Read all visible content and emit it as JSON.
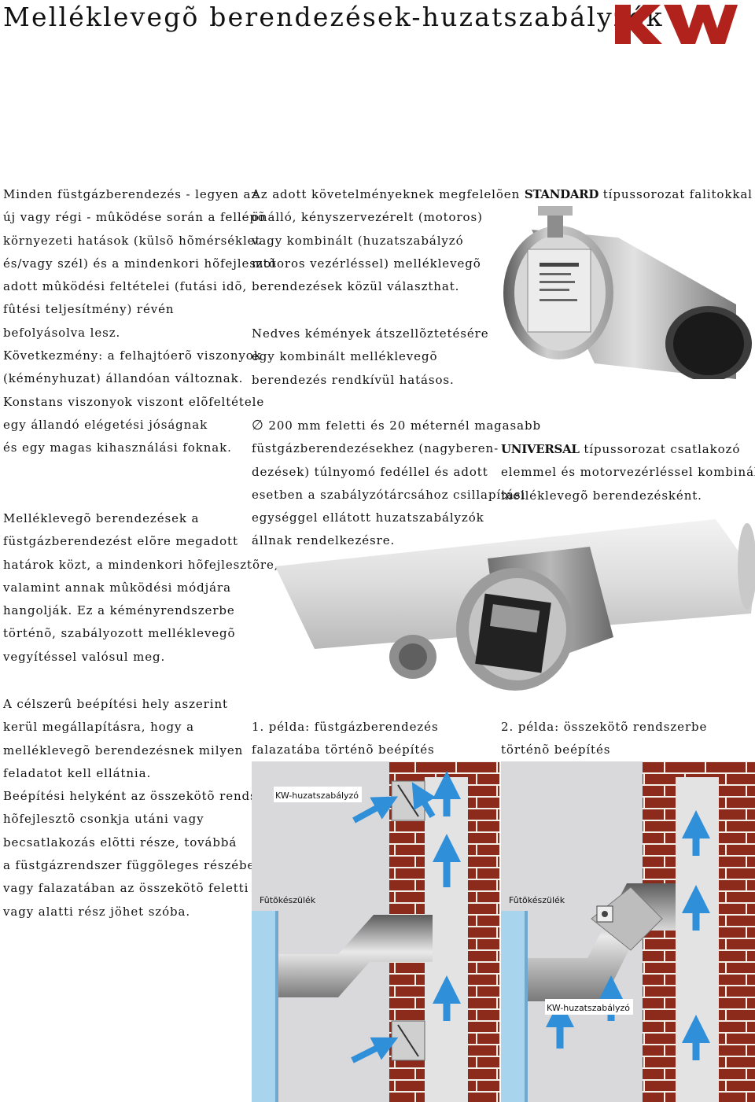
{
  "title": "Melléklevegõ berendezések-huzatszabályzók",
  "logo": {
    "text": "KW",
    "color": "#b2221c"
  },
  "col1_para1": [
    "Minden füstgázberendezés - legyen az",
    "új vagy régi - mûködése során a fellépõ",
    "környezeti hatások (külsõ hõmérséklet",
    "és/vagy szél) és a mindenkori hõfejlesztõ",
    "adott mûködési feltételei (futási idõ,",
    "fûtési teljesítmény) révén",
    "befolyásolva lesz.",
    "Következmény: a felhajtóerõ viszonyok",
    "(kéményhuzat) állandóan változnak.",
    "Konstans viszonyok viszont elõfeltétele",
    "egy állandó elégetési jóságnak",
    "és egy magas kihasználási foknak."
  ],
  "col1_para2": [
    "Melléklevegõ berendezések a",
    "füstgázberendezést elõre megadott",
    "határok közt, a mindenkori hõfejlesztõre,",
    "valamint annak mûködési módjára",
    "hangolják. Ez a kéményrendszerbe",
    "történõ, szabályozott melléklevegõ",
    "vegyítéssel valósul meg."
  ],
  "col1_para3": [
    "A célszerû beépítési hely aszerint",
    "kerül megállapításra, hogy a",
    "melléklevegõ berendezésnek milyen",
    "feladatot kell ellátnia.",
    "Beépítési helyként az összekötõ rendszer",
    "hõfejlesztõ csonkja utáni vagy",
    "becsatlakozás elõtti része, továbbá",
    "a füstgázrendszer függõleges részében",
    "vagy falazatában az összekötõ feletti",
    "vagy alatti rész jöhet szóba."
  ],
  "standard": {
    "line1_pre": "Az adott követelményeknek megfelelõen ",
    "line1_bold": "STANDARD",
    "line1_post": " típussorozat falitokkal",
    "lines": [
      "önálló, kényszervezérelt (motoros)",
      "vagy kombinált (huzatszabályzó",
      "motoros vezérléssel) melléklevegõ",
      "berendezések közül választhat."
    ]
  },
  "nedves": [
    "Nedves kémények átszellõztetésére",
    "egy kombinált melléklevegõ",
    "berendezés rendkívül hatásos."
  ],
  "diameter": {
    "symbol": "∅",
    "line1": "200 mm feletti és 20 méternél magasabb",
    "lines": [
      "füstgázberendezésekhez (nagyberen-",
      "dezések) túlnyomó fedéllel és adott",
      "esetben a szabályzótárcsához csillapítási",
      "egységgel ellátott huzatszabályzók",
      "állnak rendelkezésre."
    ]
  },
  "universal": {
    "bold": "UNIVERSAL",
    "line1_post": " típussorozat csatlakozó",
    "lines": [
      "elemmel és motorvezérléssel kombinált",
      "melléklevegõ berendezésként."
    ]
  },
  "example1": {
    "lines": [
      "1. példa: füstgázberendezés",
      "falazatába történõ beépítés"
    ],
    "label_top": "KW-huzatszabályzó",
    "label_heater": "Fûtõkészülék"
  },
  "example2": {
    "lines": [
      "2. példa: összekötõ rendszerbe",
      "történõ beépítés"
    ],
    "label_heater": "Fûtõkészülék",
    "label_bottom": "KW-huzatszabályzó"
  },
  "colors": {
    "brick": "#8c2a1c",
    "mortar": "#f2efe9",
    "arrow": "#2f8fd8",
    "wall_blue": "#a8d4ee",
    "bg_gray": "#d9d9db"
  }
}
